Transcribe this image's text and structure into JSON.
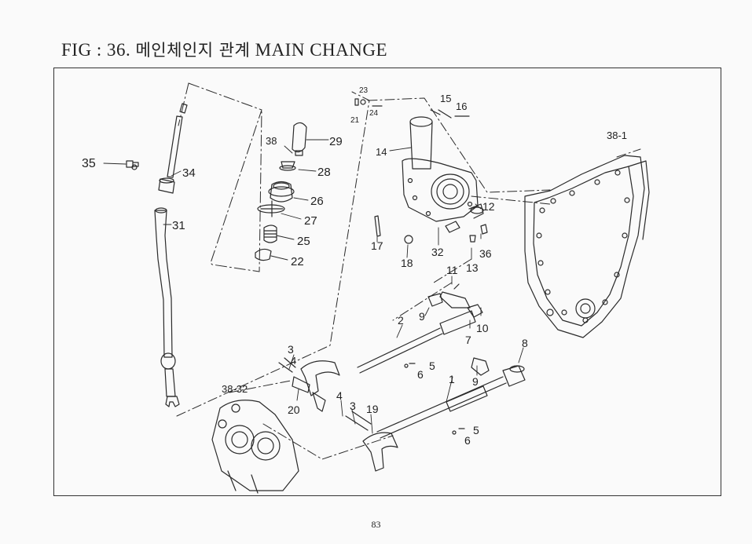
{
  "figure": {
    "prefix": "FIG",
    "separator": ":",
    "number": "36.",
    "title_korean": "메인체인지 관계",
    "title_english": "MAIN CHANGE"
  },
  "page_number": "83",
  "callouts": [
    "23",
    "21",
    "24",
    "15",
    "16",
    "14",
    "38-1",
    "38",
    "29",
    "28",
    "26",
    "27",
    "25",
    "22",
    "35",
    "34",
    "31",
    "12",
    "17",
    "18",
    "32",
    "36",
    "13",
    "11",
    "9",
    "10",
    "7",
    "2",
    "8",
    "3",
    "4",
    "5",
    "6",
    "20",
    "38-32",
    "1",
    "19"
  ],
  "colors": {
    "line": "#2a2a2a",
    "paper": "#fafafa"
  }
}
